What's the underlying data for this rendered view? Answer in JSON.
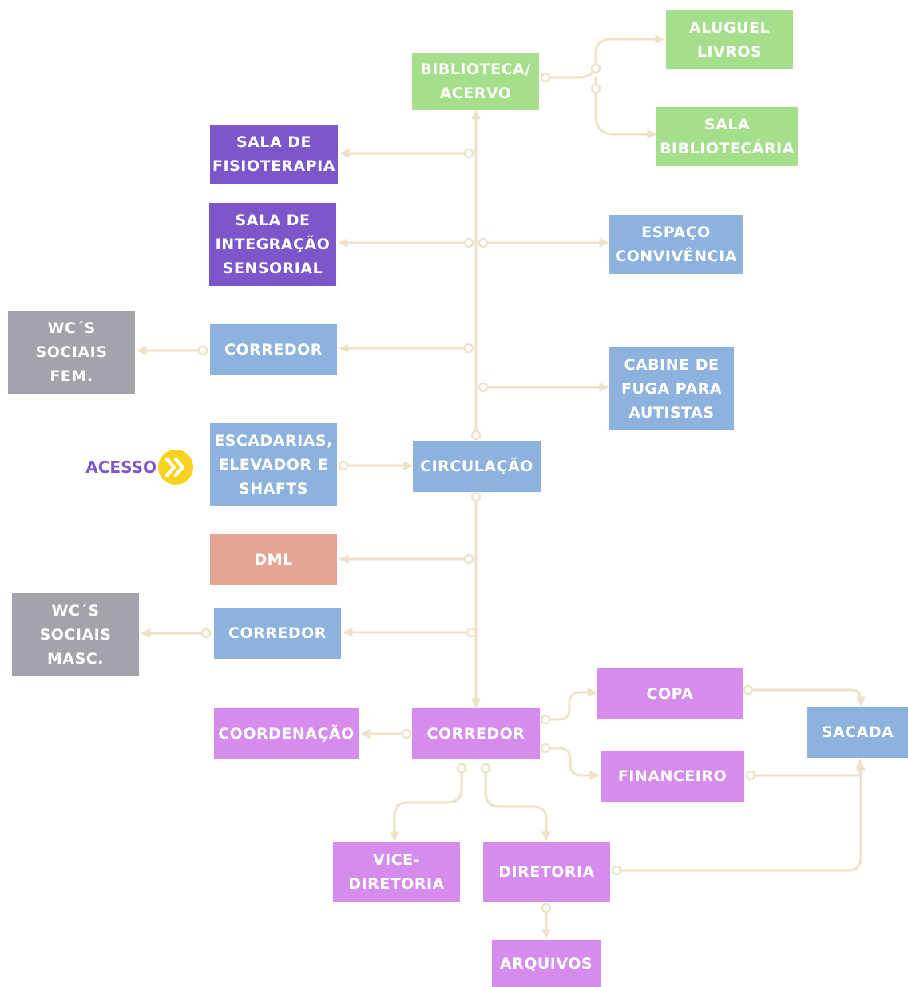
{
  "colors": {
    "line": "#eee2c8",
    "green": "#a6df8c",
    "purple": "#7d56c9",
    "blue": "#8db2de",
    "gray": "#a3a3ab",
    "salmon": "#e4a597",
    "pink": "#d58ced",
    "access_icon": "#f7d21e"
  },
  "access": {
    "label": "ACESSO",
    "icon": "double-chevron-right-icon"
  },
  "nodes": {
    "biblioteca": "BIBLIOTECA/\nACERVO",
    "aluguel": "ALUGUEL\nLIVROS",
    "sala_bibliotecaria": "SALA\nBIBLIOTECÁRIA",
    "fisioterapia": "SALA DE\nFISIOTERAPIA",
    "integracao": "SALA DE\nINTEGRAÇÃO\nSENSORIAL",
    "convivencia": "ESPAÇO\nCONVIVÊNCIA",
    "wc_fem": "WC´S\nSOCIAIS\nFEM.",
    "corredor_fem": "CORREDOR",
    "cabine": "CABINE DE\nFUGA PARA\nAUTISTAS",
    "escadarias": "ESCADARIAS,\nELEVADOR E\nSHAFTS",
    "circulacao": "CIRCULAÇÃO",
    "dml": "DML",
    "wc_masc": "WC´S\nSOCIAIS\nMASC.",
    "corredor_masc": "CORREDOR",
    "coordenacao": "COORDENAÇÃO",
    "corredor_admin": "CORREDOR",
    "copa": "COPA",
    "financeiro": "FINANCEIRO",
    "sacada": "SACADA",
    "vice_diretoria": "VICE-\nDIRETORIA",
    "diretoria": "DIRETORIA",
    "arquivos": "ARQUIVOS"
  }
}
